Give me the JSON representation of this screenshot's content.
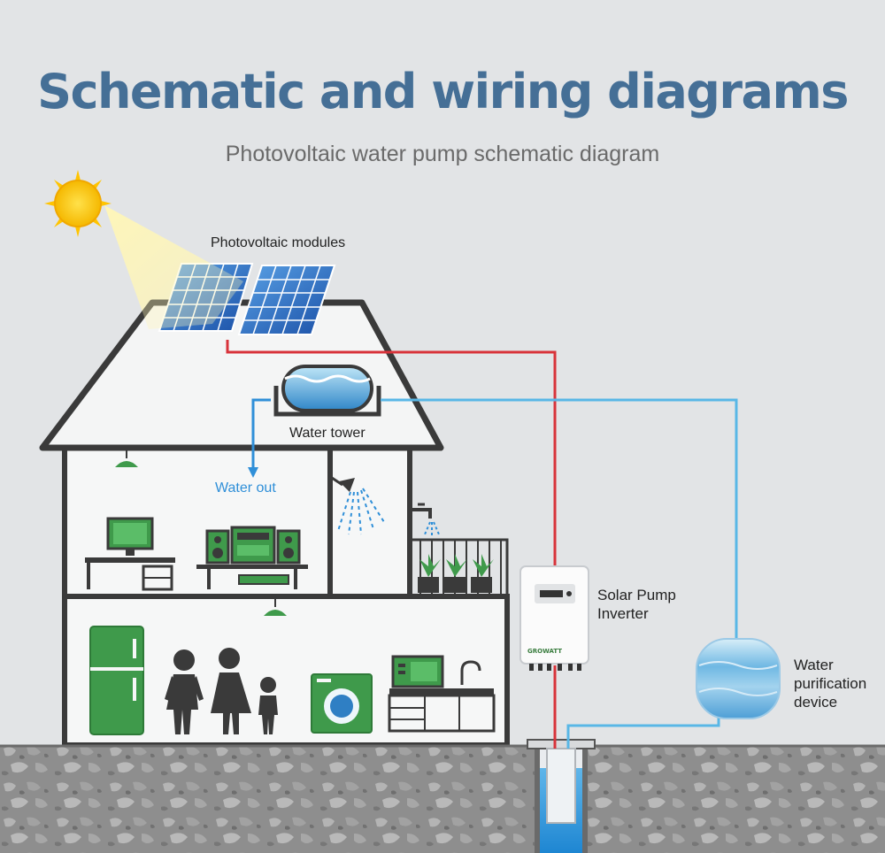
{
  "header": {
    "title": "Schematic and wiring diagrams",
    "subtitle": "Photovoltaic water pump schematic diagram"
  },
  "labels": {
    "pv_modules": "Photovoltaic modules",
    "water_tower": "Water tower",
    "water_out": "Water out",
    "inverter_line1": "Solar Pump",
    "inverter_line2": "Inverter",
    "purifier_line1": "Water",
    "purifier_line2": "purification",
    "purifier_line3": "device"
  },
  "inverter_brand": "GROWATT",
  "colors": {
    "title": "#456f96",
    "power_wire": "#d8333a",
    "water_pipe": "#59b7e6",
    "appliance_green": "#3f9a4b",
    "house_outline": "#3a3a3a",
    "ground": "#8a8a8a"
  }
}
